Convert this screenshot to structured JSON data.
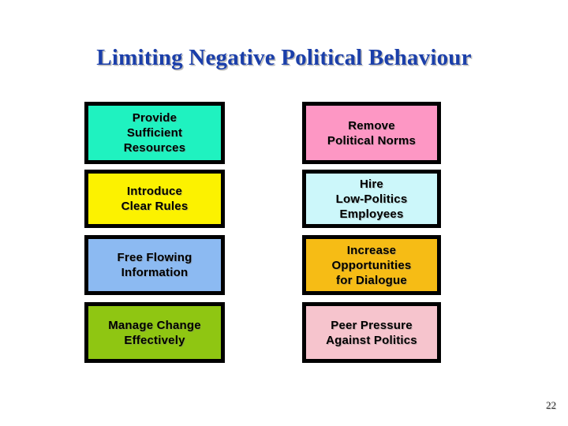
{
  "slide": {
    "title": "Limiting Negative Political Behaviour",
    "title_color": "#1b3faa",
    "background_color": "#ffffff",
    "page_number": "22"
  },
  "boxes": [
    {
      "label": "Provide\nSufficient\nResources",
      "fill_color": "#1ff2c0",
      "border_color": "#000000",
      "text_color": "#000000",
      "column": 1,
      "row": 1
    },
    {
      "label": "Remove\nPolitical Norms",
      "fill_color": "#fd97c4",
      "border_color": "#000000",
      "text_color": "#000000",
      "column": 2,
      "row": 1
    },
    {
      "label": "Introduce\nClear Rules",
      "fill_color": "#fcf200",
      "border_color": "#000000",
      "text_color": "#000000",
      "column": 1,
      "row": 2
    },
    {
      "label": "Hire\nLow-Politics\nEmployees",
      "fill_color": "#ccf7fa",
      "border_color": "#000000",
      "text_color": "#000000",
      "column": 2,
      "row": 2
    },
    {
      "label": "Free Flowing\nInformation",
      "fill_color": "#8cbaf2",
      "border_color": "#000000",
      "text_color": "#000000",
      "column": 1,
      "row": 3
    },
    {
      "label": "Increase\nOpportunities\nfor Dialogue",
      "fill_color": "#f6bc15",
      "border_color": "#000000",
      "text_color": "#000000",
      "column": 2,
      "row": 3
    },
    {
      "label": "Manage Change\nEffectively",
      "fill_color": "#8fc612",
      "border_color": "#000000",
      "text_color": "#000000",
      "column": 1,
      "row": 4
    },
    {
      "label": "Peer Pressure\nAgainst Politics",
      "fill_color": "#f6c4cd",
      "border_color": "#000000",
      "text_color": "#000000",
      "column": 2,
      "row": 4
    }
  ]
}
